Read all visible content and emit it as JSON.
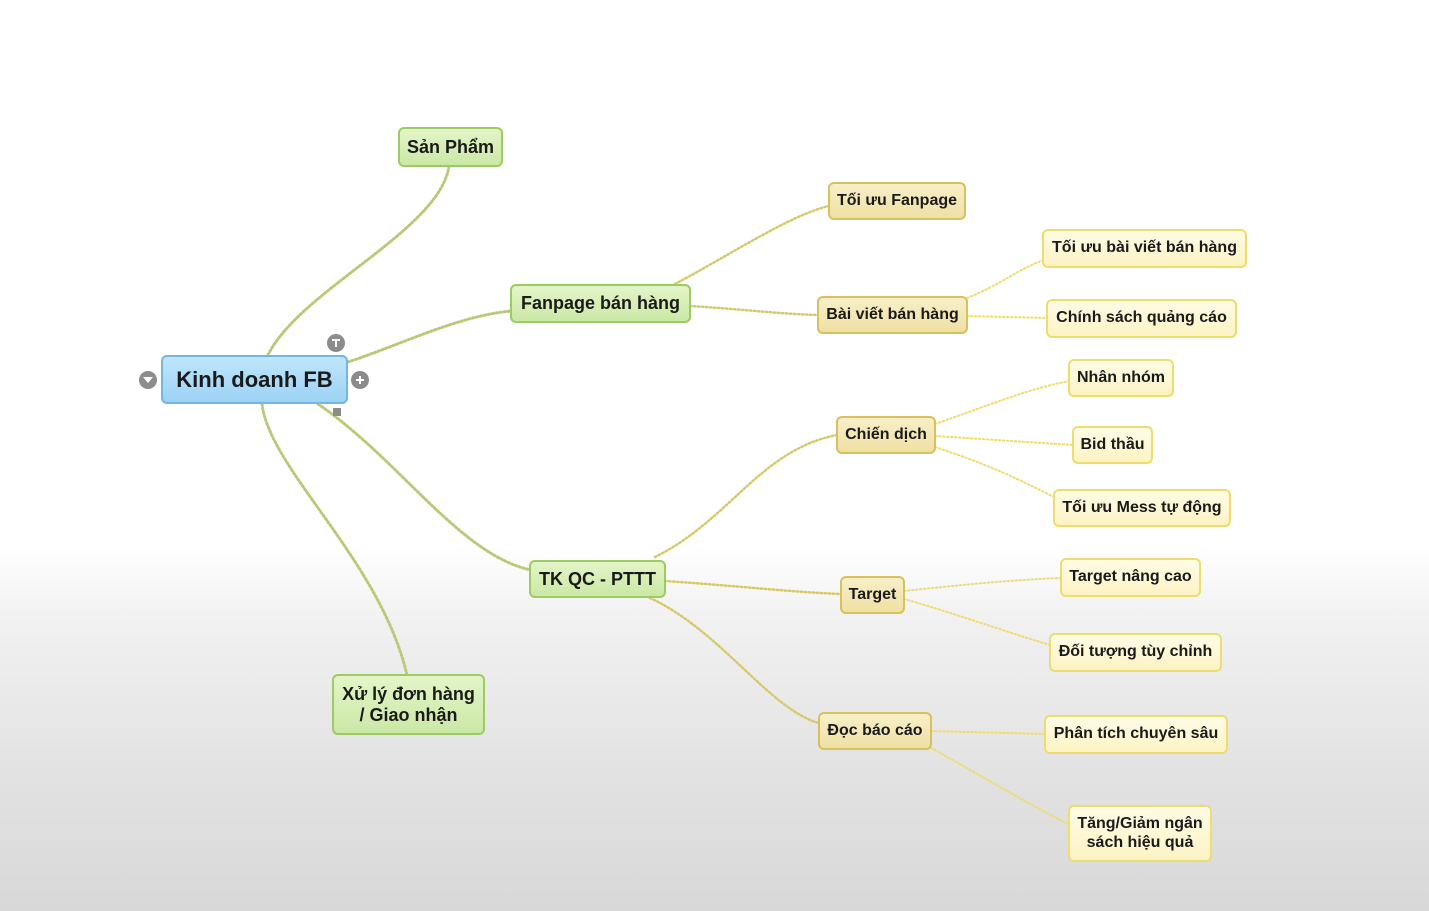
{
  "mindmap": {
    "root": {
      "label": "Kinh doanh FB"
    },
    "branches": {
      "san_pham": {
        "label": "Sản Phẩm"
      },
      "fanpage": {
        "label": "Fanpage bán hàng",
        "toi_uu_fanpage": {
          "label": "Tối ưu Fanpage"
        },
        "bai_viet": {
          "label": "Bài viết bán hàng",
          "toi_uu_bai_viet": {
            "label": "Tối ưu bài viết bán hàng"
          },
          "chinh_sach": {
            "label": "Chính sách quảng cáo"
          }
        }
      },
      "tkqc": {
        "label": "TK QC - PTTT",
        "chien_dich": {
          "label": "Chiến dịch",
          "nhan_nhom": {
            "label": "Nhân nhóm"
          },
          "bid_thau": {
            "label": "Bid thầu"
          },
          "toi_uu_mess": {
            "label": "Tối ưu Mess tự động"
          }
        },
        "target": {
          "label": "Target",
          "target_nang_cao": {
            "label": "Target nâng cao"
          },
          "doi_tuong": {
            "label": "Đối tượng tùy chỉnh"
          }
        },
        "doc_bao_cao": {
          "label": "Đọc báo cáo",
          "phan_tich": {
            "label": "Phân tích chuyên sâu"
          },
          "tang_giam": {
            "label": "Tăng/Giảm ngân\nsách hiệu quả"
          }
        }
      },
      "xu_ly": {
        "label": "Xử lý đơn hàng\n/ Giao nhận"
      }
    },
    "controls": {
      "collapse_icon": "chevron-down-icon",
      "add_icon": "plus-icon",
      "topic_icon": "t-icon"
    },
    "colors": {
      "root_fill": "#aedcf8",
      "level1_fill": "#d6eeb5",
      "level2_fill": "#f2e7b5",
      "level3_fill": "#fdf6d2",
      "level1_connector": "#b5c76a",
      "level2_connector": "#d9cc63",
      "level3_connector": "#efdc6e"
    }
  }
}
